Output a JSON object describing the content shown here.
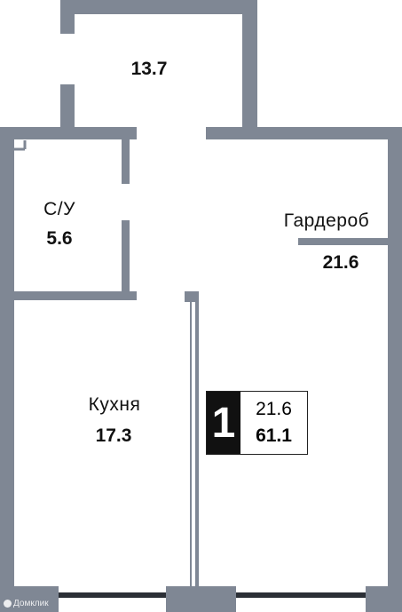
{
  "rooms": {
    "hall": {
      "area": "13.7"
    },
    "bathroom": {
      "name": "С/У",
      "area": "5.6"
    },
    "wardrobe": {
      "name": "Гардероб",
      "area": "21.6"
    },
    "kitchen": {
      "name": "Кухня",
      "area": "17.3"
    }
  },
  "summary": {
    "room_count": "1",
    "living_area": "21.6",
    "total_area": "61.1"
  },
  "watermark": "Домклик",
  "colors": {
    "wall": "#7f8794",
    "window": "#2b2f36",
    "text": "#111111"
  }
}
